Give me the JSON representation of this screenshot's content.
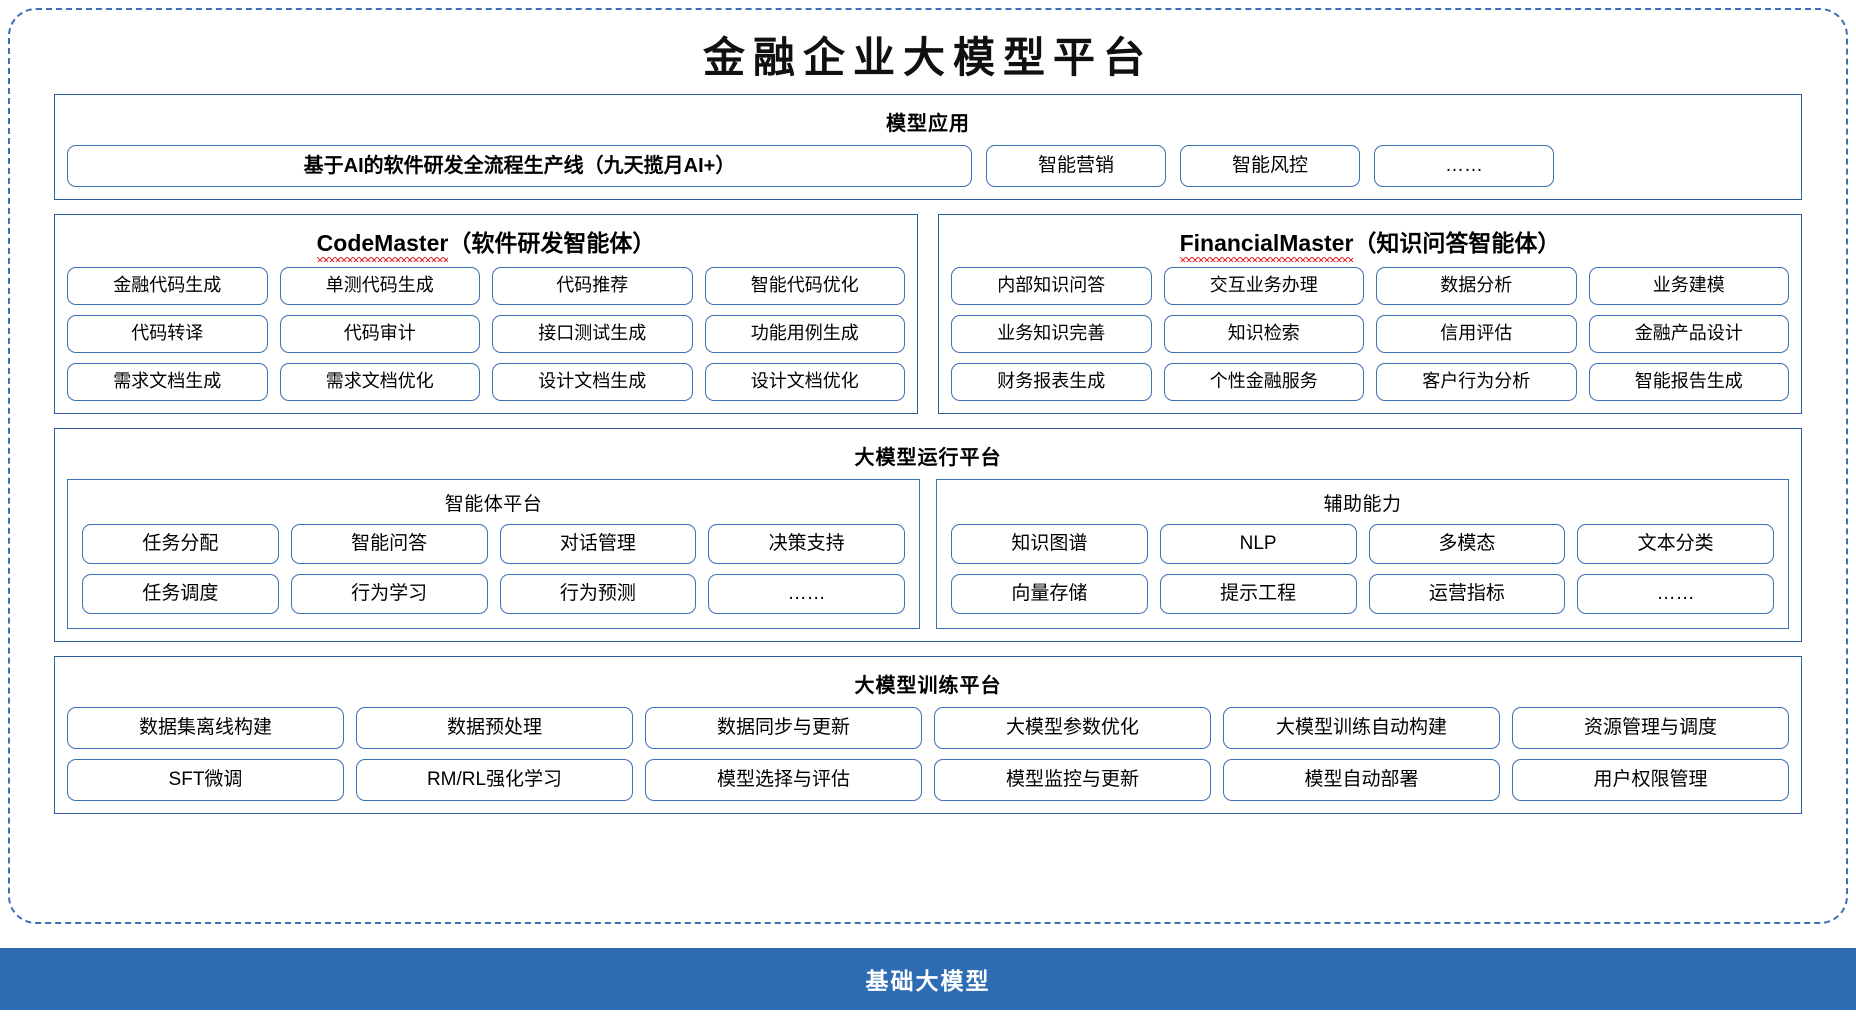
{
  "title": "金融企业大模型平台",
  "colors": {
    "frame_border": "#3d6fb5",
    "panel_border": "#2f5f9e",
    "pill_border": "#3d6fb5",
    "base_bar_bg": "#2e6db4",
    "spellcheck_underline": "#e03030"
  },
  "model_application": {
    "title": "模型应用",
    "flagship": "基于AI的软件研发全流程生产线（九天揽月AI+）",
    "items": [
      "智能营销",
      "智能风控",
      "……"
    ]
  },
  "agents": [
    {
      "name_en": "CodeMaster",
      "name_cn": "（软件研发智能体）",
      "rows": [
        [
          "金融代码生成",
          "单测代码生成",
          "代码推荐",
          "智能代码优化"
        ],
        [
          "代码转译",
          "代码审计",
          "接口测试生成",
          "功能用例生成"
        ],
        [
          "需求文档生成",
          "需求文档优化",
          "设计文档生成",
          "设计文档优化"
        ]
      ]
    },
    {
      "name_en": "FinancialMaster",
      "name_cn": "（知识问答智能体）",
      "rows": [
        [
          "内部知识问答",
          "交互业务办理",
          "数据分析",
          "业务建模"
        ],
        [
          "业务知识完善",
          "知识检索",
          "信用评估",
          "金融产品设计"
        ],
        [
          "财务报表生成",
          "个性金融服务",
          "客户行为分析",
          "智能报告生成"
        ]
      ]
    }
  ],
  "runtime_platform": {
    "title": "大模型运行平台",
    "sub_panels": [
      {
        "title": "智能体平台",
        "rows": [
          [
            "任务分配",
            "智能问答",
            "对话管理",
            "决策支持"
          ],
          [
            "任务调度",
            "行为学习",
            "行为预测",
            "……"
          ]
        ]
      },
      {
        "title": "辅助能力",
        "rows": [
          [
            "知识图谱",
            "NLP",
            "多模态",
            "文本分类"
          ],
          [
            "向量存储",
            "提示工程",
            "运营指标",
            "……"
          ]
        ]
      }
    ]
  },
  "training_platform": {
    "title": "大模型训练平台",
    "rows": [
      [
        "数据集离线构建",
        "数据预处理",
        "数据同步与更新",
        "大模型参数优化",
        "大模型训练自动构建",
        "资源管理与调度"
      ],
      [
        "SFT微调",
        "RM/RL强化学习",
        "模型选择与评估",
        "模型监控与更新",
        "模型自动部署",
        "用户权限管理"
      ]
    ]
  },
  "base_layer": {
    "label": "基础大模型"
  }
}
